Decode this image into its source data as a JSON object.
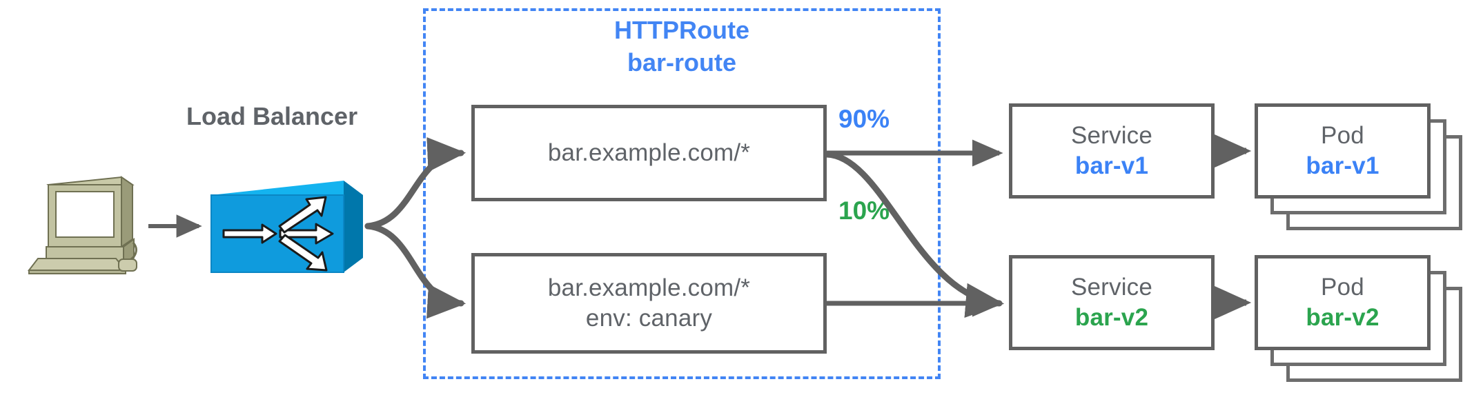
{
  "diagram": {
    "title": "HTTPRoute traffic splitting canary diagram",
    "colors": {
      "accent_blue": "#3b82f6",
      "route_blue": "#4285f4",
      "accent_green": "#2ba44e",
      "box_stroke": "#616161",
      "text_gray": "#5f6368",
      "lb_blue": "#0f9bdd",
      "computer_beige": "#b4b68f"
    }
  },
  "client": {
    "icon": "desktop-computer-icon"
  },
  "load_balancer": {
    "label": "Load Balancer",
    "icon": "load-balancer-cube-icon"
  },
  "httproute": {
    "kind_label": "HTTPRoute",
    "name_label": "bar-route",
    "rules": [
      {
        "id": "rule-1",
        "lines": [
          "bar.example.com/*"
        ]
      },
      {
        "id": "rule-2",
        "lines": [
          "bar.example.com/*",
          "env: canary"
        ]
      }
    ],
    "weights": [
      {
        "id": "weight-90",
        "label": "90%",
        "color": "#3b82f6"
      },
      {
        "id": "weight-10",
        "label": "10%",
        "color": "#2ba44e"
      }
    ]
  },
  "services": [
    {
      "id": "service-bar-v1",
      "kind": "Service",
      "name": "bar-v1",
      "accent": "blue"
    },
    {
      "id": "service-bar-v2",
      "kind": "Service",
      "name": "bar-v2",
      "accent": "green"
    }
  ],
  "pods": [
    {
      "id": "pod-bar-v1",
      "kind": "Pod",
      "name": "bar-v1",
      "accent": "blue",
      "stack_count": 3
    },
    {
      "id": "pod-bar-v2",
      "kind": "Pod",
      "name": "bar-v2",
      "accent": "green",
      "stack_count": 3
    }
  ]
}
